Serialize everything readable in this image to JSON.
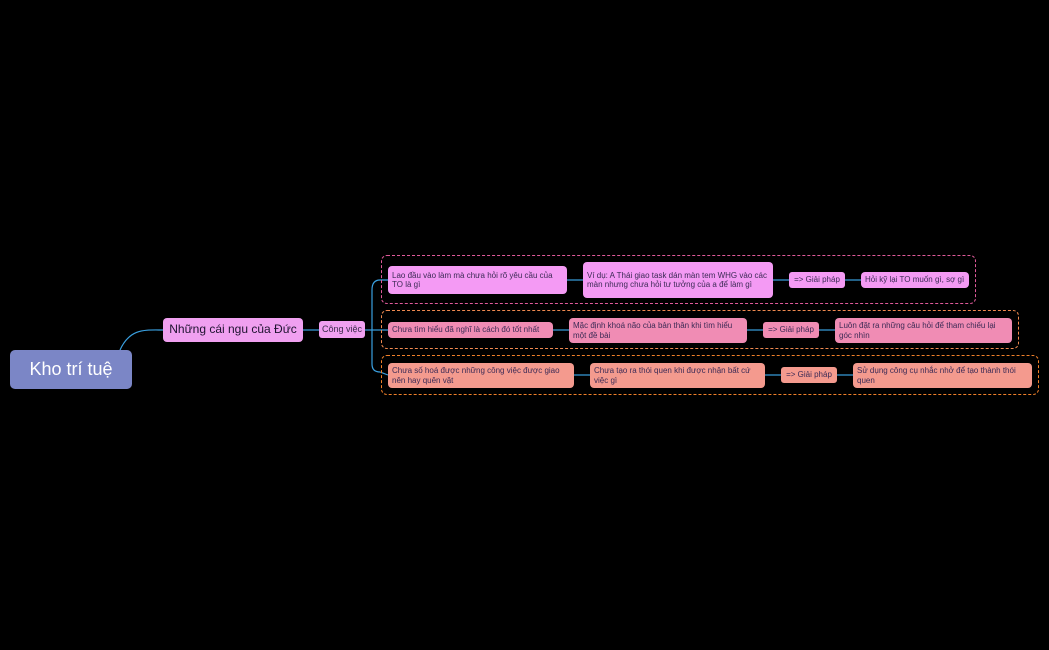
{
  "colors": {
    "background": "#000000",
    "root": "#7b86c6",
    "level1": "#f0a0f0",
    "branch1": "#f49af4",
    "branch2": "#f08cb4",
    "branch3": "#f49a8e",
    "connector": "#3aa0e0"
  },
  "mindmap": {
    "root": "Kho trí tuệ",
    "topic": "Những cái ngu của Đức",
    "subtopic": "Công việc",
    "branches": [
      {
        "problem": "Lao đầu vào làm mà chưa hỏi rõ yêu cầu của TO là gì",
        "example": "Ví dụ: A Thái giao task dán màn tem WHG vào các màn nhưng chưa hỏi tư tưởng của a để làm gì",
        "solution_label": "=> Giải pháp",
        "solution": "Hỏi kỹ lại TO muốn gì, sợ gì"
      },
      {
        "problem": "Chưa tìm hiểu đã nghĩ là cách đó tốt nhất",
        "example": "Mặc định khoá não của bản thân khi tìm hiểu một đề bài",
        "solution_label": "=> Giải pháp",
        "solution": "Luôn đặt ra những câu hỏi để tham chiếu lại góc nhìn"
      },
      {
        "problem": "Chưa số hoá được những công việc được giao nên hay quên vặt",
        "example": "Chưa tạo ra thói quen khi được nhận bất cứ việc gì",
        "solution_label": "=> Giải pháp",
        "solution": "Sử dụng công cụ nhắc nhở để tạo thành thói quen"
      }
    ]
  }
}
